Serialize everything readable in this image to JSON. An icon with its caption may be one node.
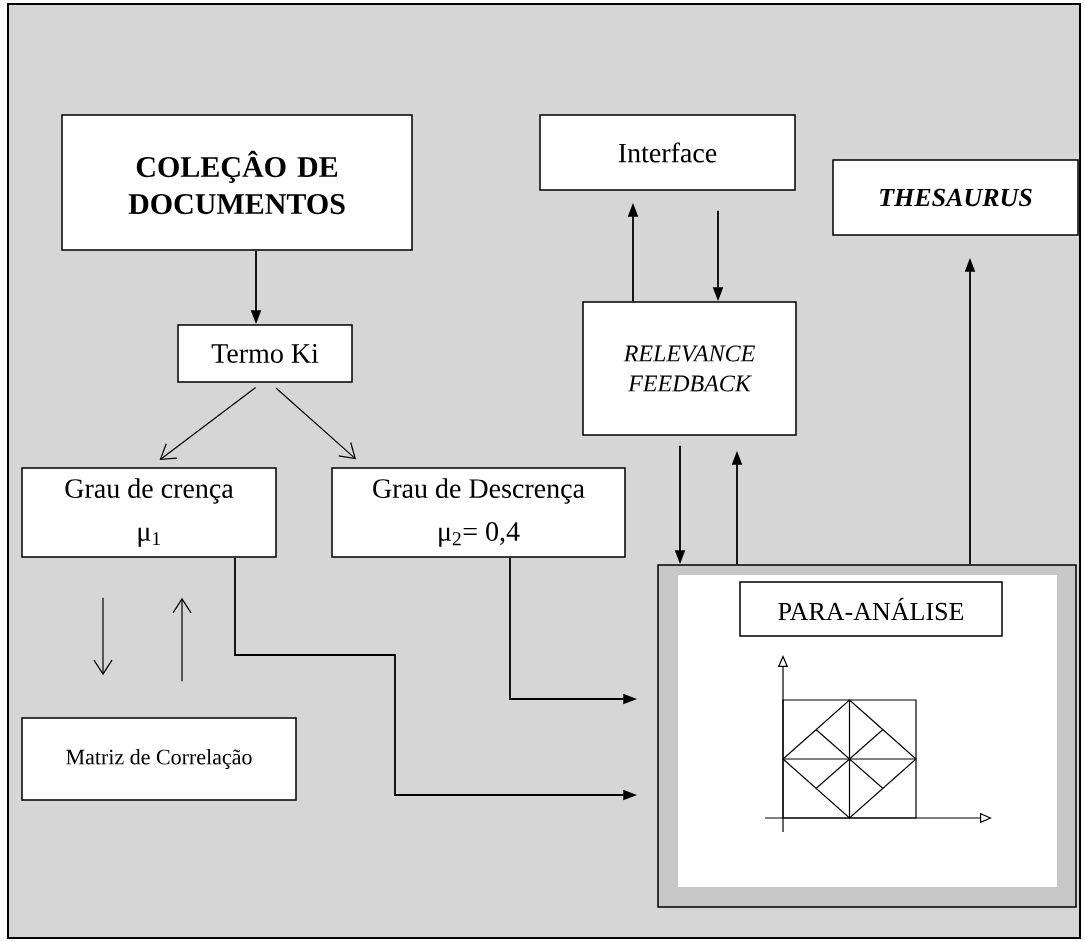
{
  "diagram": {
    "nodes": [
      {
        "text": [
          "COLEÇÂO DE DOCUMENTOS"
        ]
      },
      {
        "text": [
          "Interface"
        ]
      },
      {
        "text": [
          "THESAURUS"
        ]
      },
      {
        "text": [
          "Termo Ki"
        ]
      },
      {
        "text": [
          "RELEVANCE FEEDBACK"
        ]
      },
      {
        "text": [
          "Grau de crença",
          "μ$_{1}$"
        ]
      },
      {
        "text": [
          "Grau de Descrença",
          "μ$_{2}$= 0,4"
        ]
      },
      {
        "text": [],
        "shape": "box"
      },
      {
        "text": [
          "PARA-ANÁLISE"
        ],
        "in": 7
      },
      {
        "text": [
          "Matriz de Correlação"
        ]
      }
    ],
    "edges": [
      {
        "from": 0,
        "to": 3,
        "arrow": "to"
      },
      {
        "from": 3,
        "to": 5,
        "arrow": "to"
      },
      {
        "from": 3,
        "to": 6,
        "arrow": "to"
      },
      {
        "from": 4,
        "to": 1,
        "arrow": "to"
      },
      {
        "from": 1,
        "to": 4,
        "arrow": "to"
      },
      {
        "from": 4,
        "to": 7,
        "arrow": "to"
      },
      {
        "from": 7,
        "to": 4,
        "arrow": "to"
      },
      {
        "from": 7,
        "to": 2,
        "arrow": "to"
      },
      {
        "from": 5,
        "to": 9,
        "arrow": "to"
      },
      {
        "from": 9,
        "to": 5,
        "arrow": "to"
      },
      {
        "from": 5,
        "to": 7,
        "arrow": "to"
      },
      {
        "from": 6,
        "to": 7,
        "arrow": "to"
      }
    ]
  }
}
